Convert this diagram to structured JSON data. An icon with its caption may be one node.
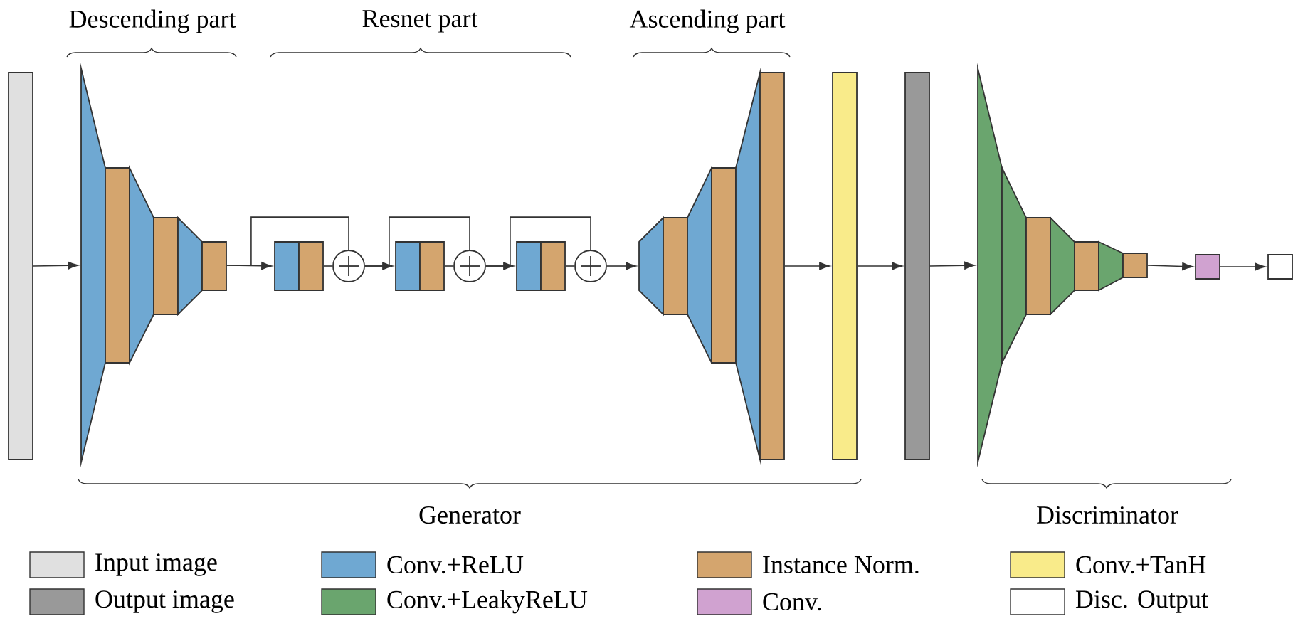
{
  "diagram": {
    "nodes": [
      {
        "text": [],
        "shape": "bar"
      },
      {
        "text": [],
        "shape": "trapezoid"
      },
      {
        "text": [],
        "shape": "box"
      },
      {
        "text": [],
        "shape": "circle"
      },
      {
        "text": [],
        "shape": "box"
      },
      {
        "text": [],
        "shape": "circle"
      },
      {
        "text": [],
        "shape": "box"
      },
      {
        "text": [],
        "shape": "circle"
      },
      {
        "text": [],
        "shape": "trapezoid"
      },
      {
        "text": [],
        "shape": "bar"
      },
      {
        "text": [],
        "shape": "bar"
      },
      {
        "text": [],
        "shape": "trapezoid"
      },
      {
        "text": [],
        "shape": "box"
      },
      {
        "text": [],
        "shape": "box"
      }
    ],
    "edges": [
      {
        "from": 0,
        "to": 1,
        "arrow": "to"
      },
      {
        "from": 1,
        "to": 2,
        "arrow": "to"
      },
      {
        "from": 1,
        "to": 3,
        "arrow": "none"
      },
      {
        "from": 2,
        "to": 3,
        "arrow": "none"
      },
      {
        "from": 3,
        "to": 4,
        "arrow": "to"
      },
      {
        "from": 3,
        "to": 5,
        "arrow": "none"
      },
      {
        "from": 4,
        "to": 5,
        "arrow": "none"
      },
      {
        "from": 5,
        "to": 6,
        "arrow": "to"
      },
      {
        "from": 5,
        "to": 7,
        "arrow": "none"
      },
      {
        "from": 6,
        "to": 7,
        "arrow": "none"
      },
      {
        "from": 7,
        "to": 8,
        "arrow": "to"
      },
      {
        "from": 8,
        "to": 9,
        "arrow": "to"
      },
      {
        "from": 9,
        "to": 10,
        "arrow": "to"
      },
      {
        "from": 10,
        "to": 11,
        "arrow": "to"
      },
      {
        "from": 11,
        "to": 12,
        "arrow": "to"
      },
      {
        "from": 12,
        "to": 13,
        "arrow": "to"
      }
    ],
    "labels": [
      "Descending part",
      "Resnet part",
      "Ascending part",
      "Generator",
      "Discriminator"
    ],
    "legend": [
      {
        "text": "Input image",
        "color": "#e0e0e0"
      },
      {
        "text": "Conv.+ReLU",
        "color": "#6fa8d2"
      },
      {
        "text": "Instance Norm.",
        "color": "#d4a56e"
      },
      {
        "text": "Conv.+TanH",
        "color": "#f9eb8a"
      },
      {
        "text": "Output image",
        "color": "#999999"
      },
      {
        "text": "Conv.+LeakyReLU",
        "color": "#6aa56e"
      },
      {
        "text": "Conv.",
        "color": "#d0a2d0"
      },
      {
        "text": "Disc. Output"
      }
    ]
  }
}
